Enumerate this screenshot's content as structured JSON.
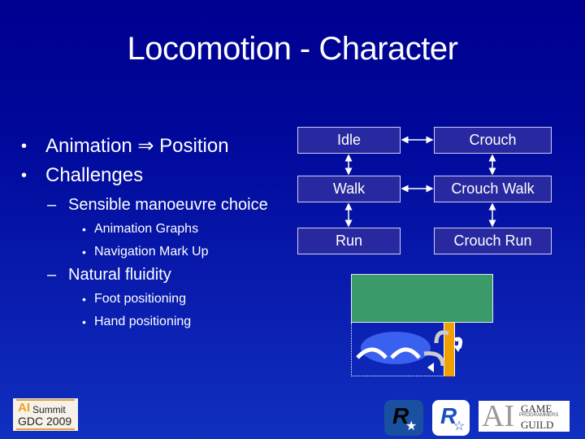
{
  "slide": {
    "title": "Locomotion - Character",
    "bullets": {
      "b1": "Animation ⇒ Position",
      "b2": "Challenges",
      "sub1": "Sensible manoeuvre choice",
      "sub1_items": [
        "Animation Graphs",
        "Navigation Mark Up"
      ],
      "sub2": "Natural fluidity",
      "sub2_items": [
        "Foot positioning",
        "Hand positioning"
      ],
      "dash": "–"
    },
    "state_graph": {
      "nodes": [
        "Idle",
        "Crouch",
        "Walk",
        "Crouch Walk",
        "Run",
        "Crouch Run"
      ],
      "edges": [
        [
          "Idle",
          "Crouch"
        ],
        [
          "Walk",
          "Crouch Walk"
        ],
        [
          "Idle",
          "Walk"
        ],
        [
          "Walk",
          "Run"
        ],
        [
          "Crouch",
          "Crouch Walk"
        ],
        [
          "Crouch Walk",
          "Crouch Run"
        ]
      ]
    },
    "illustration": {
      "description": "character footsteps around pole diagram",
      "colors": {
        "panel": "#3a9a6a",
        "footprint_area": "#3a60f0",
        "pole": "#f0a000"
      }
    },
    "logos": {
      "ai_summit_line1_a": "AI",
      "ai_summit_line1_b": "Summit",
      "ai_summit_line2": "GDC 2009",
      "rockstar_letter": "R",
      "star": "★",
      "star_outline": "☆",
      "guild_ai": "AI",
      "guild_game": "GAME",
      "guild_programmers": "PROGRAMMERS",
      "guild_guild": "GUILD"
    }
  }
}
